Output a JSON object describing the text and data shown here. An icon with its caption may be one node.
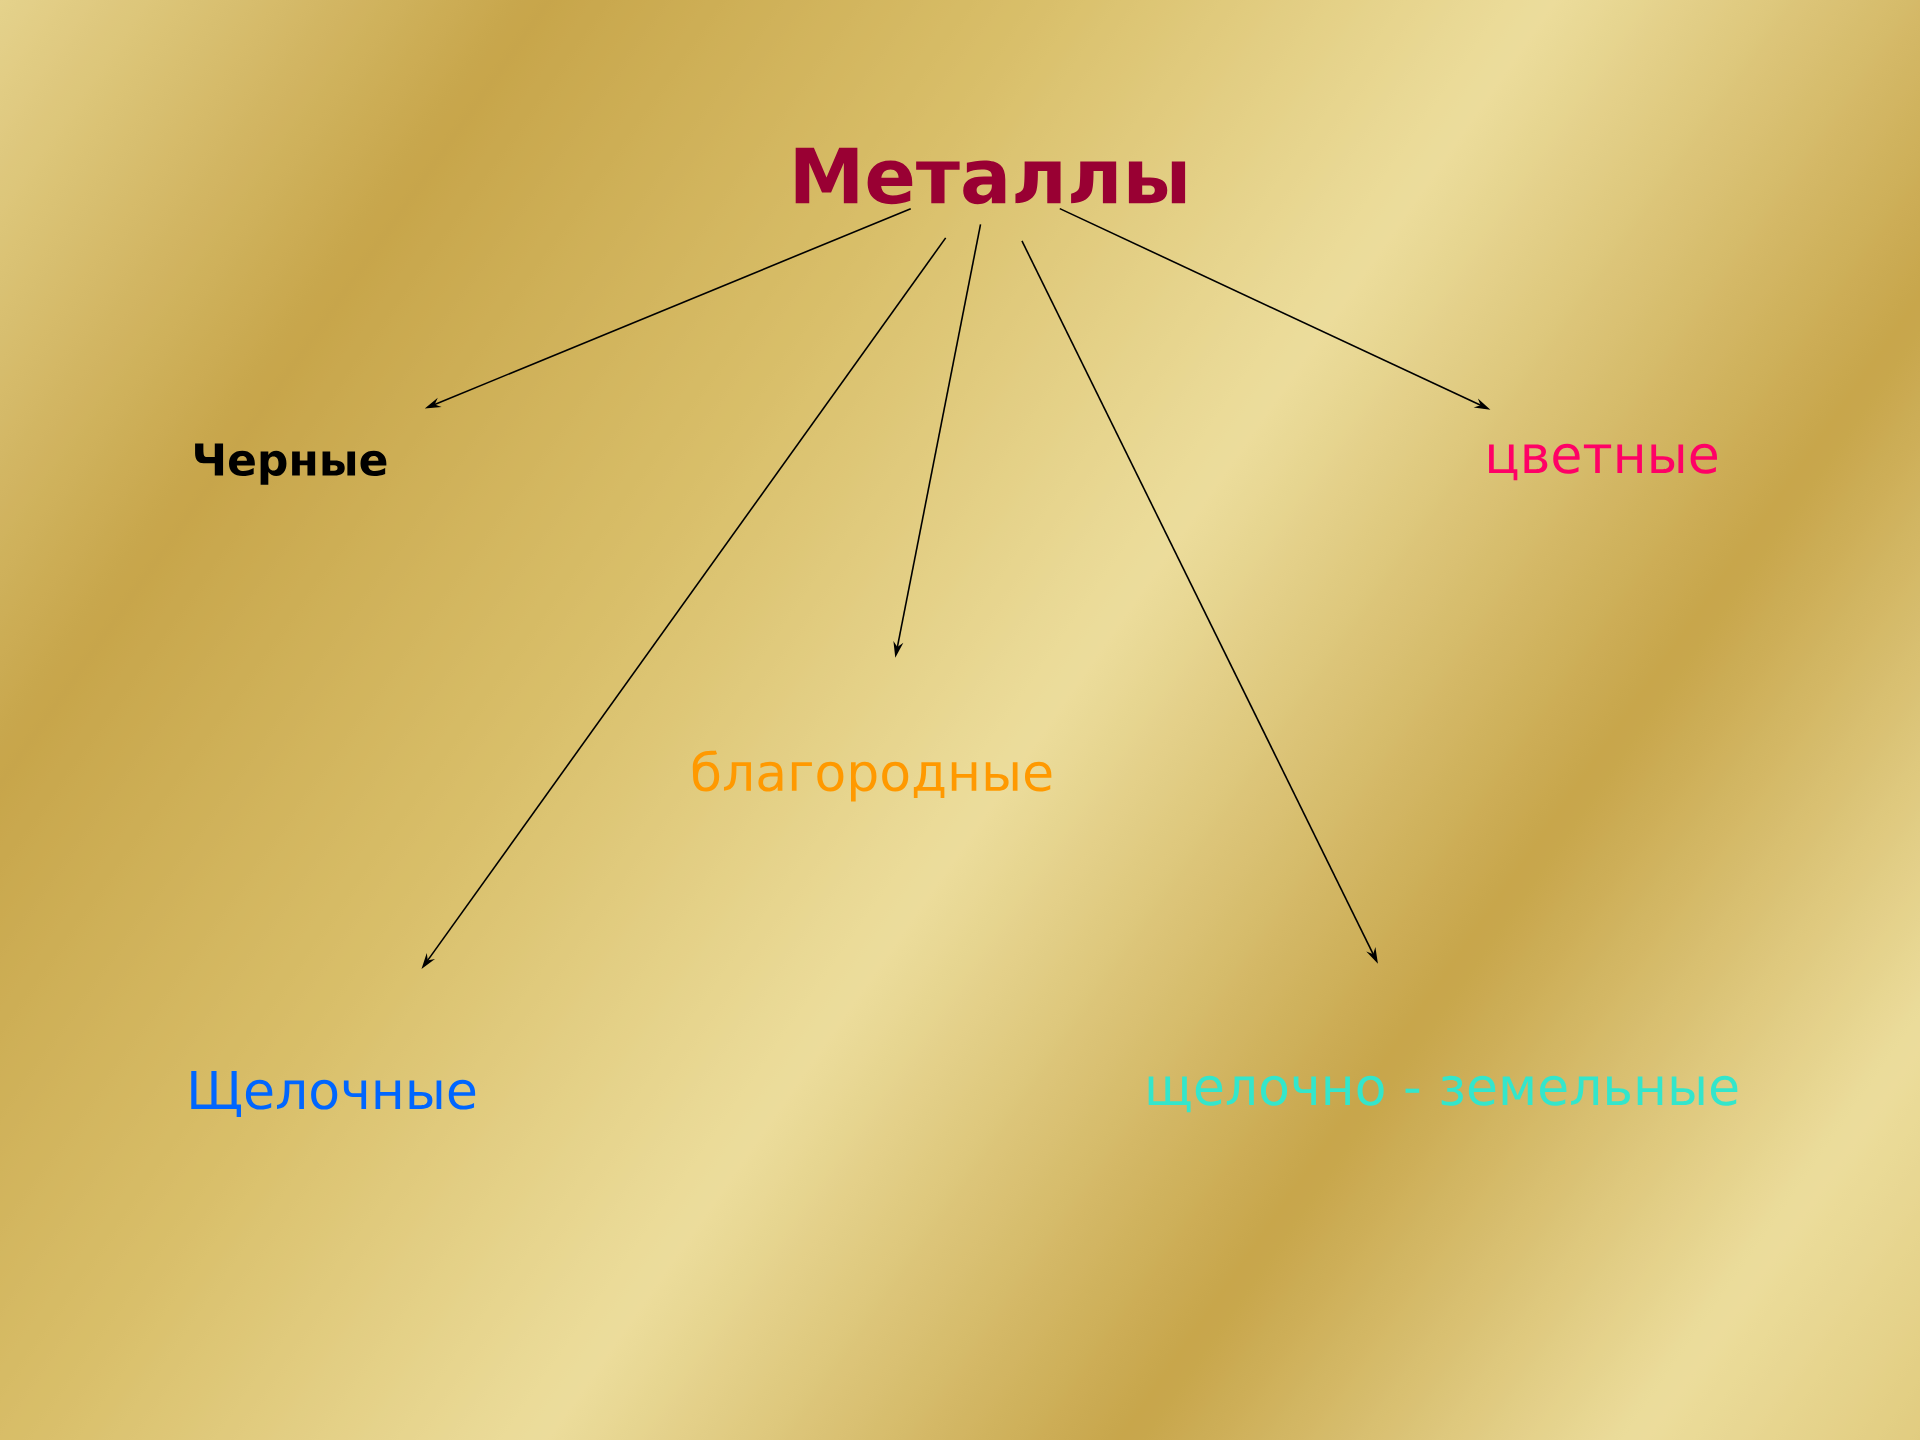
{
  "diagram": {
    "nodes": [
      {
        "text": [
          "Металлы"
        ]
      },
      {
        "text": [
          "Черные"
        ]
      },
      {
        "text": [
          "цветные"
        ]
      },
      {
        "text": [
          "благородные"
        ]
      },
      {
        "text": [
          "Щелочные"
        ]
      },
      {
        "text": [
          "щелочно - земельные"
        ]
      }
    ],
    "edges": [
      {
        "from": 0,
        "to": 1,
        "arrow": "to"
      },
      {
        "from": 0,
        "to": 4,
        "arrow": "to"
      },
      {
        "from": 0,
        "to": 3,
        "arrow": "to"
      },
      {
        "from": 0,
        "to": 5,
        "arrow": "to"
      },
      {
        "from": 0,
        "to": 2,
        "arrow": "to"
      }
    ]
  }
}
